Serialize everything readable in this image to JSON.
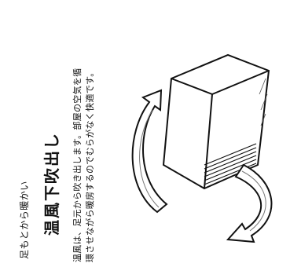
{
  "heading": {
    "subtitle": "足もとから暖かい",
    "title": "温風下吹出し"
  },
  "description": {
    "line1": "温風は、足元から吹き出します。部屋の空気を循",
    "line2": "環させながら暖房するのでむらがなく快適です。"
  },
  "illustration": {
    "icon": "heater-airflow-illustration"
  }
}
